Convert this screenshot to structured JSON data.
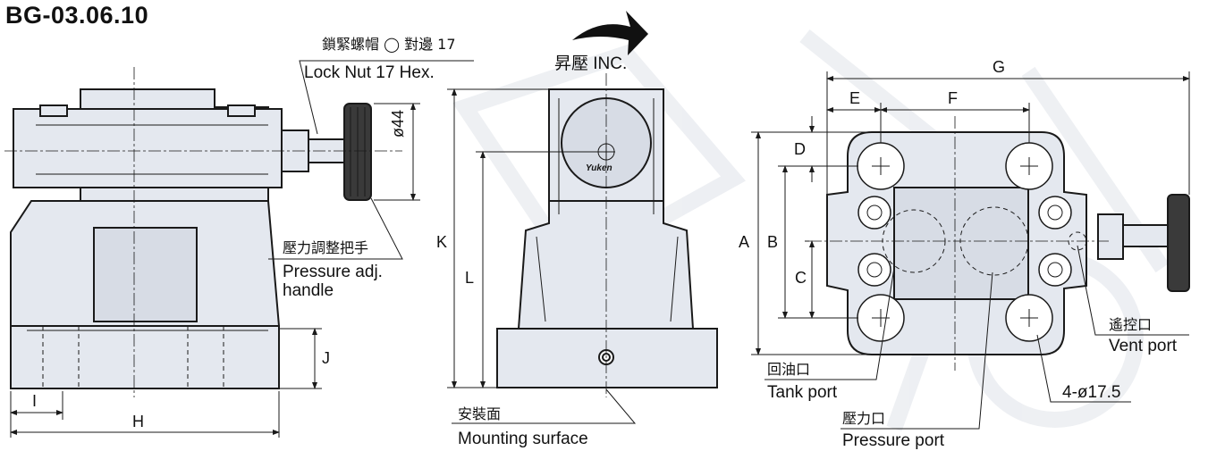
{
  "title": "BG-03.06.10",
  "labels": {
    "lock_nut_cn": "鎖緊螺帽 ◯ 對邊 17",
    "lock_nut_en": "Lock Nut 17 Hex.",
    "diameter": "ø44",
    "handle_cn": "壓力調整把手",
    "handle_en_1": "Pressure adj.",
    "handle_en_2": "handle",
    "inc": "昇壓 INC.",
    "mounting_cn": "安裝面",
    "mounting_en": "Mounting surface",
    "tank_cn": "回油口",
    "tank_en": "Tank port",
    "pressure_cn": "壓力口",
    "pressure_en": "Pressure port",
    "vent_cn": "遙控口",
    "vent_en": "Vent port",
    "holes": "4-ø17.5",
    "brand": "Yuken"
  },
  "dimensions": {
    "A": "A",
    "B": "B",
    "C": "C",
    "D": "D",
    "E": "E",
    "F": "F",
    "G": "G",
    "H": "H",
    "I": "I",
    "J": "J",
    "K": "K",
    "L": "L"
  },
  "colors": {
    "body_fill": "#e4e8ef",
    "body_dark": "#cfd5df",
    "stroke": "#1a1a1a",
    "watermark": "#eceef2"
  }
}
